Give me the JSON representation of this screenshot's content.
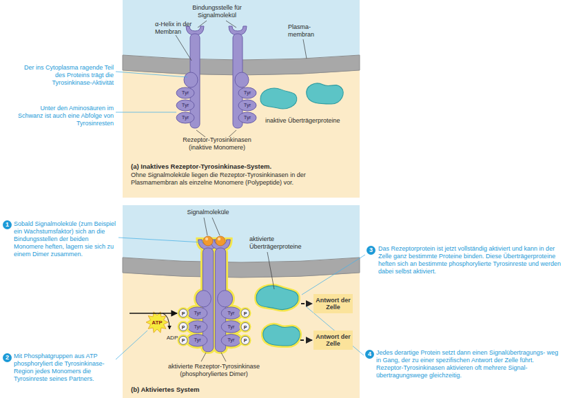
{
  "diagram": {
    "nodes": [
      {
        "text": [
          "Antwort der Zelle"
        ]
      },
      {
        "text": [
          "Antwort der Zelle"
        ]
      }
    ],
    "labels": [
      "α-Helix in der Membran",
      "Bindungsstelle für Signalmolekül",
      "Plasma- membran",
      "Der ins Cytoplasma ragende Teil des Proteins trägt die Tyrosinkinase-Aktivität",
      "Unter den Aminosäuren im Schwanz ist auch eine Abfolge von Tyrosinresten",
      "Tyr",
      "Tyr",
      "Tyr",
      "Tyr",
      "Tyr",
      "Tyr",
      "inaktive Überträgerproteine",
      "Rezeptor-Tyrosinkinasen (inaktive Monomere)",
      "(a) Inaktives Rezeptor-Tyrosinkinase-System.",
      "Ohne Signalmoleküle liegen die Rezeptor-Tyrosinkinasen in der Plasmamembran als einzelne Monomere (Polypeptide) vor.",
      "1",
      "Sobald Signalmoleküle (zum Beispiel ein Wachstumsfaktor) sich an die Bindungsstellen der beiden Monomere heften, lagern sie sich zu einem Dimer zusammen.",
      "Signalmoleküle",
      "aktivierte Überträgerproteine",
      "P",
      "P",
      "P",
      "P",
      "P",
      "P",
      "Tyr",
      "Tyr",
      "Tyr",
      "Tyr",
      "Tyr",
      "Tyr",
      "ATP",
      "ADP",
      "2",
      "Mit Phosphatgruppen aus ATP phosphoryliert die Tyrosinkinase- Region jedes Monomers die Tyrosinreste seines Partners.",
      "aktivierte Rezeptor-Tyrosinkinase (phosphoryliertes Dimer)",
      "(b) Aktiviertes System",
      "3",
      "Das Rezeptorprotein ist jetzt vollständig aktiviert und kann in der Zelle ganz bestimmte Proteine binden. Diese Überträgerproteine heften sich an bestimmte phosphorylierte Tyrosinreste und werden dabei selbst aktiviert.",
      "4",
      "Jedes derartige Protein setzt dann einen Signalübertragungs- weg in Gang, der zu einer spezifischen Antwort der Zelle führt. Rezeptor-Tyrosinkinasen aktivieren oft mehrere Signal- übertragungswege gleichzeitig."
    ]
  }
}
